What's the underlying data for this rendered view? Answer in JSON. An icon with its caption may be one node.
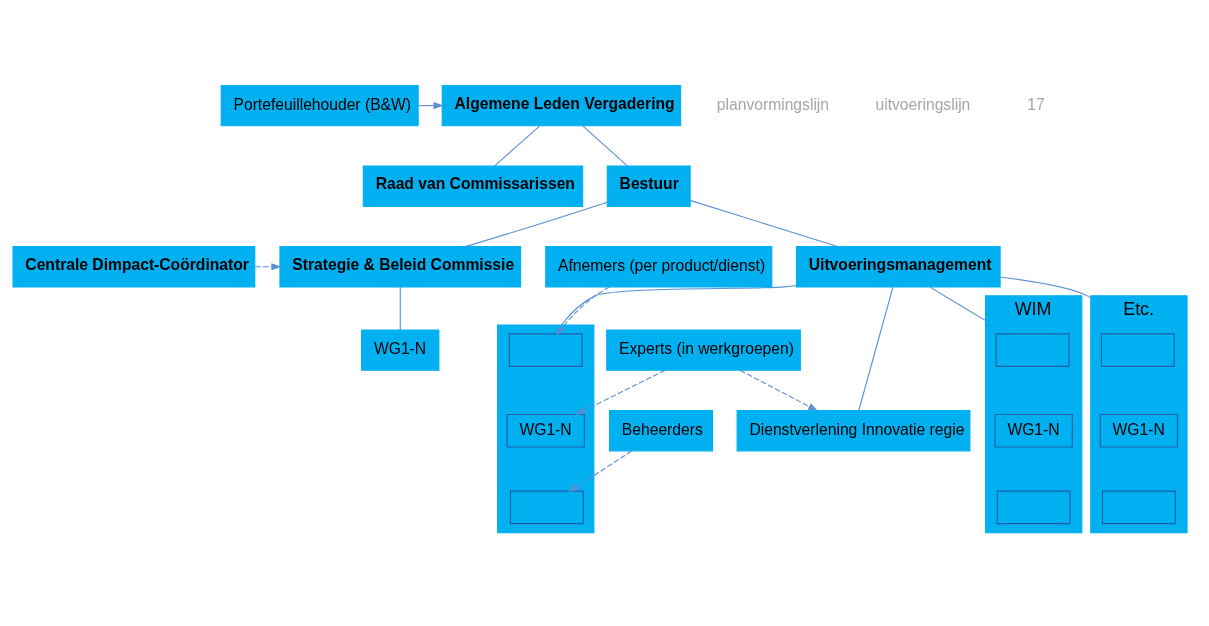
{
  "diagram": {
    "nodes": [
      {
        "text": [
          "Portefeuillehouder (B&W)"
        ]
      },
      {
        "text": [
          "Algemene Leden Vergadering"
        ]
      },
      {
        "text": [
          "Raad van Commissarissen"
        ]
      },
      {
        "text": [
          "Bestuur"
        ]
      },
      {
        "text": [
          "Centrale Dimpact-Coördinator"
        ]
      },
      {
        "text": [
          "Strategie & Beleid Commissie"
        ]
      },
      {
        "text": [
          "Uitvoeringsmanagement"
        ]
      },
      {
        "text": [
          "WG1-N"
        ]
      },
      {
        "text": [
          "Dienstverlening Innovatie regie"
        ]
      },
      {
        "text": [],
        "shape": "box"
      },
      {
        "text": [
          "WIM"
        ]
      },
      {
        "text": [
          "Etc."
        ]
      },
      {
        "text": [],
        "shape": "box",
        "in": 9
      },
      {
        "text": [
          "WG1-N"
        ],
        "in": 9
      },
      {
        "text": [],
        "shape": "box",
        "in": 9
      },
      {
        "text": [],
        "shape": "box",
        "in": 10
      },
      {
        "text": [
          "WG1-N"
        ],
        "in": 10
      },
      {
        "text": [],
        "shape": "box",
        "in": 10
      },
      {
        "text": [],
        "shape": "box",
        "in": 11
      },
      {
        "text": [
          "WG1-N"
        ],
        "in": 11
      },
      {
        "text": [],
        "shape": "box",
        "in": 11
      },
      {
        "text": [
          "Afnemers (per product/dienst)"
        ]
      },
      {
        "text": [
          "Experts (in werkgroepen)"
        ]
      },
      {
        "text": [
          "Beheerders"
        ]
      }
    ],
    "edges": [
      {
        "from": 0,
        "to": 1,
        "arrow": "to"
      },
      {
        "from": 1,
        "to": 3,
        "arrow": "none"
      },
      {
        "from": 1,
        "to": 2,
        "arrow": "none"
      },
      {
        "from": 3,
        "to": 5,
        "arrow": "none"
      },
      {
        "from": 3,
        "to": 6,
        "arrow": "none"
      },
      {
        "from": 4,
        "to": 5,
        "arrow": "to",
        "style": "dashed"
      },
      {
        "from": 5,
        "to": 7,
        "arrow": "none"
      },
      {
        "from": 6,
        "to": 8,
        "arrow": "none"
      },
      {
        "from": 6,
        "to": 9,
        "arrow": "none"
      },
      {
        "from": 6,
        "to": 10,
        "arrow": "none"
      },
      {
        "from": 6,
        "to": 11,
        "arrow": "none"
      },
      {
        "from": 21,
        "to": 12,
        "arrow": "to",
        "style": "dashed"
      },
      {
        "from": 22,
        "to": 8,
        "arrow": "to",
        "style": "dashed"
      },
      {
        "from": 22,
        "to": 13,
        "arrow": "to",
        "style": "dashed"
      },
      {
        "from": 23,
        "to": 14,
        "arrow": "to",
        "style": "dashed"
      }
    ],
    "labels": [
      "planvormingslijn",
      "uitvoeringslijn",
      "17"
    ]
  }
}
